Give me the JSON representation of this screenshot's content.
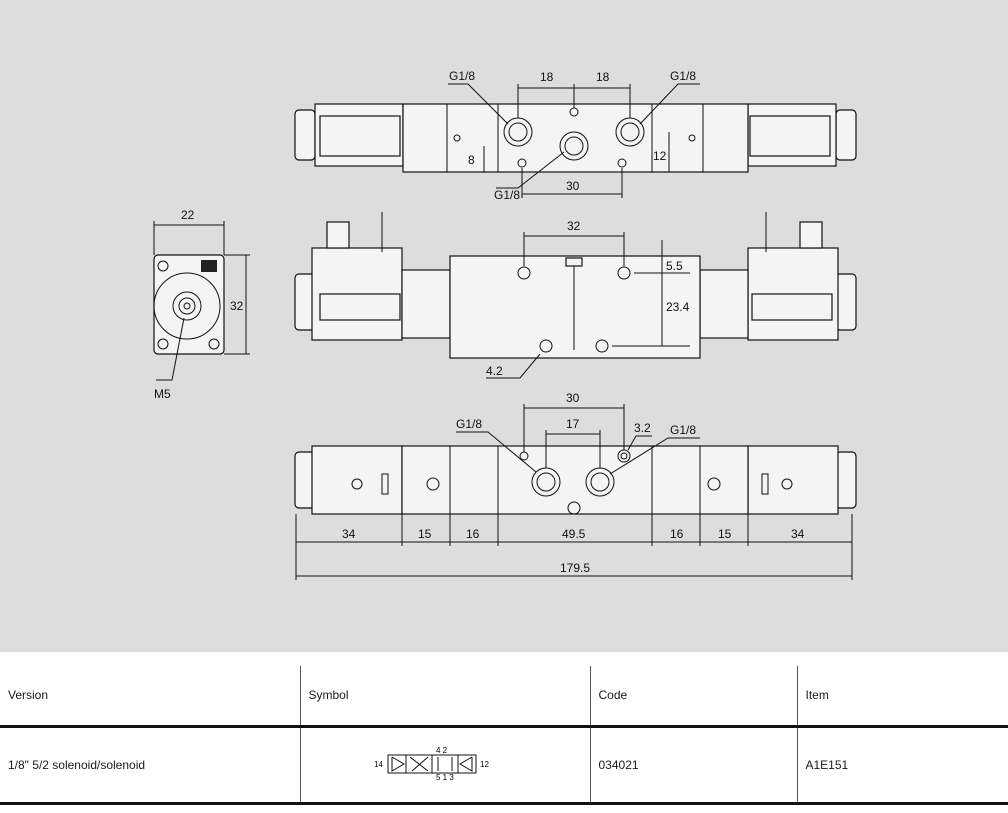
{
  "drawing": {
    "top_view": {
      "port_left": "G1/8",
      "port_right": "G1/8",
      "port_center": "G1/8",
      "dim_spacing_left": "18",
      "dim_spacing_right": "18",
      "dim_offset_left": "8",
      "dim_offset_right": "12",
      "dim_bottom": "30"
    },
    "end_view": {
      "width": "22",
      "height": "32",
      "thread": "M5"
    },
    "side_view": {
      "dim_holes": "32",
      "dim_top": "5.5",
      "dim_height": "23.4",
      "dim_hole_dia": "4.2"
    },
    "bottom_view": {
      "port_left": "G1/8",
      "port_right": "G1/8",
      "dim_outer": "30",
      "dim_inner": "17",
      "dim_hole": "3.2",
      "segments": [
        "34",
        "15",
        "16",
        "49.5",
        "16",
        "15",
        "34"
      ],
      "total_length": "179.5"
    }
  },
  "table": {
    "headers": {
      "version": "Version",
      "symbol": "Symbol",
      "code": "Code",
      "item": "Item"
    },
    "rows": [
      {
        "version": "1/8\" 5/2 solenoid/solenoid",
        "symbol": {
          "left_port": "14",
          "right_port": "12",
          "top_ports": "4 2",
          "bottom_ports": "5 1 3"
        },
        "code": "034021",
        "item": "A1E151"
      }
    ]
  }
}
